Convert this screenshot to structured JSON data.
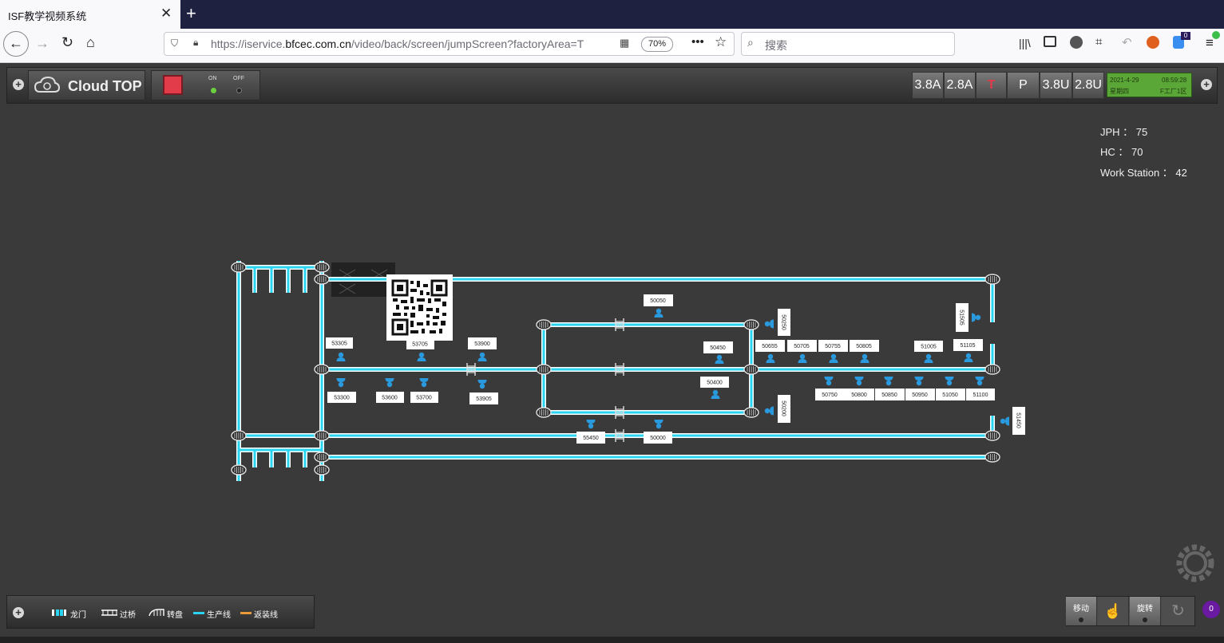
{
  "browser": {
    "tab_title": "ISF教学视频系统",
    "url_prefix": "https://iservice.",
    "url_domain": "bfcec.com.cn",
    "url_path": "/video/back/screen/jumpScreen?factoryArea=T",
    "zoom": "70%",
    "search_placeholder": "搜索",
    "notification_count": "0"
  },
  "app": {
    "logo": "Cloud TOP",
    "on_label": "ON",
    "off_label": "OFF",
    "modes": [
      "3.8A",
      "2.8A",
      "T",
      "P",
      "3.8U",
      "2.8U"
    ],
    "date": "2021-4-29",
    "time": "08:59:28",
    "weekday": "星期四",
    "factory": "F工厂1区"
  },
  "stats": {
    "jph": "JPH ： 75",
    "hc": "HC ： 70",
    "ws": "Work Station ： 42"
  },
  "stations": {
    "s53305": "53305",
    "s53300": "53300",
    "s53600": "53600",
    "s53705": "53705",
    "s53700": "53700",
    "s53900": "53900",
    "s53905": "53905",
    "s50050": "50050",
    "s50450": "50450",
    "s50400": "50400",
    "s50250": "50250",
    "s50200": "50200",
    "s50655": "50655",
    "s50705": "50705",
    "s50755": "50755",
    "s50805": "50805",
    "s51005": "51005",
    "s51105": "51105",
    "s51505": "51505",
    "s50750": "50750",
    "s50800": "50800",
    "s50850": "50850",
    "s50950": "50950",
    "s51050": "51050",
    "s51100": "51100",
    "s51450": "51450",
    "s55450": "55450",
    "s50000": "50000"
  },
  "legend": {
    "gantry": "龙门",
    "bridge": "过桥",
    "turntable": "转盘",
    "production": "生产线",
    "rework": "返装线"
  },
  "controls": {
    "move": "移动",
    "rotate": "旋转",
    "badge": "0"
  },
  "colors": {
    "line_cyan": "#2ad4f0",
    "station_blue": "#2a9adf",
    "rework_orange": "#e89a3a",
    "active_red": "#e23b4a",
    "status_green": "#5aa637"
  }
}
